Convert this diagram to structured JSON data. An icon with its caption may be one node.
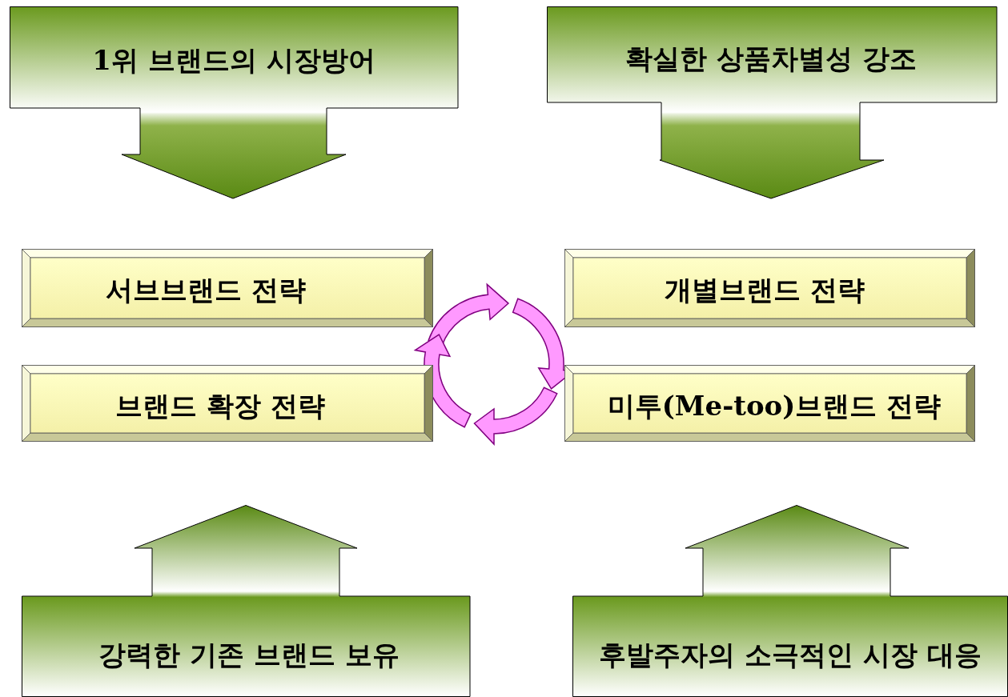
{
  "diagram": {
    "nodes": [
      {
        "text": [
          "1위 브랜드의 시장방어"
        ]
      },
      {
        "text": [
          "확실한 상품차별성 강조"
        ]
      },
      {
        "text": [
          "서브브랜드 전략"
        ]
      },
      {
        "text": [
          "개별브랜드 전략"
        ]
      },
      {
        "text": [
          "브랜드 확장 전략"
        ]
      },
      {
        "text": [
          "미투(Me-too)브랜드 전략"
        ]
      },
      {
        "text": [
          "강력한 기존 브랜드 보유"
        ]
      },
      {
        "text": [
          "후발주자의 소극적인 시장 대응"
        ]
      }
    ]
  }
}
